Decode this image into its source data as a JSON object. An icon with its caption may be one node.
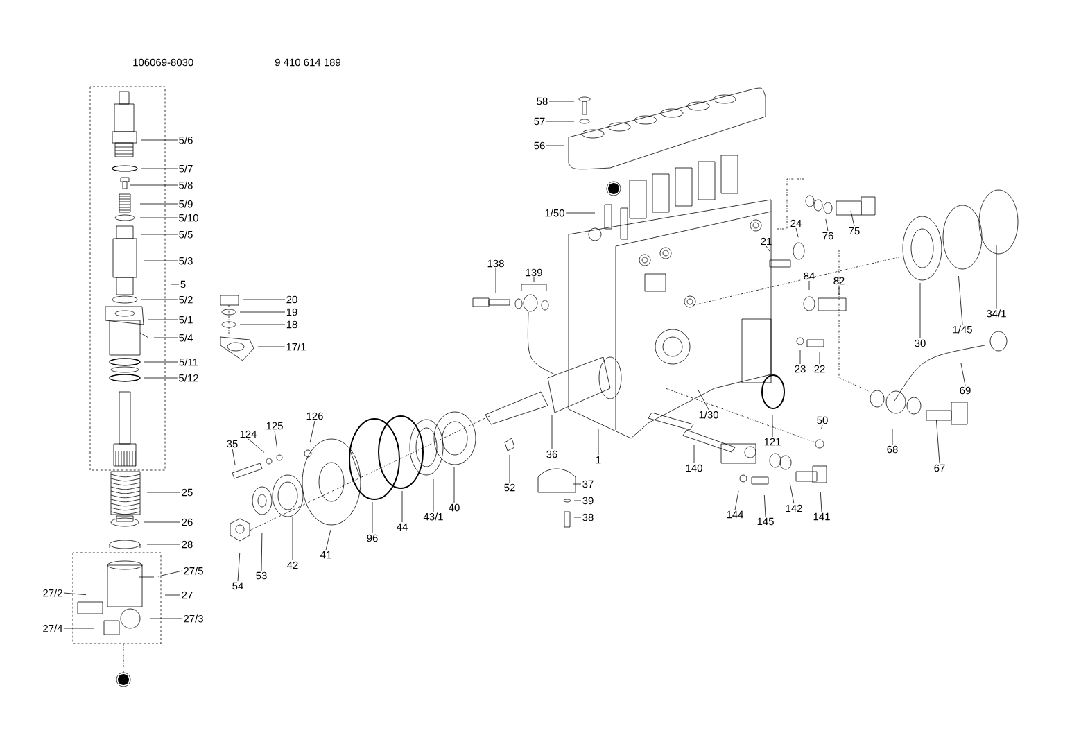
{
  "diagram": {
    "nodes": [
      {
        "text": [
          "5/6"
        ]
      },
      {
        "text": [
          "5/7"
        ]
      },
      {
        "text": [
          "5/8"
        ]
      },
      {
        "text": [
          "5/9"
        ]
      },
      {
        "text": [
          "5/10"
        ]
      },
      {
        "text": [
          "5/5"
        ]
      },
      {
        "text": [
          "5/3"
        ]
      },
      {
        "text": [
          "5"
        ]
      },
      {
        "text": [
          "5/2"
        ]
      },
      {
        "text": [
          "5/1"
        ]
      },
      {
        "text": [
          "5/4"
        ]
      },
      {
        "text": [
          "5/11"
        ]
      },
      {
        "text": [
          "5/12"
        ]
      },
      {
        "text": [
          "20"
        ]
      },
      {
        "text": [
          "19"
        ]
      },
      {
        "text": [
          "18"
        ]
      },
      {
        "text": [
          "17/1"
        ]
      },
      {
        "text": [
          "25"
        ]
      },
      {
        "text": [
          "26"
        ]
      },
      {
        "text": [
          "28"
        ]
      },
      {
        "text": [
          "27/5"
        ]
      },
      {
        "text": [
          "27"
        ]
      },
      {
        "text": [
          "27/2"
        ]
      },
      {
        "text": [
          "27/3"
        ]
      },
      {
        "text": [
          "27/4"
        ]
      },
      {
        "text": [
          "35"
        ]
      },
      {
        "text": [
          "124"
        ]
      },
      {
        "text": [
          "125"
        ]
      },
      {
        "text": [
          "126"
        ]
      },
      {
        "text": [
          "54"
        ]
      },
      {
        "text": [
          "53"
        ]
      },
      {
        "text": [
          "42"
        ]
      },
      {
        "text": [
          "41"
        ]
      },
      {
        "text": [
          "96"
        ]
      },
      {
        "text": [
          "44"
        ]
      },
      {
        "text": [
          "43/1"
        ]
      },
      {
        "text": [
          "40"
        ]
      },
      {
        "text": [
          "52"
        ]
      },
      {
        "text": [
          "36"
        ]
      },
      {
        "text": [
          "1"
        ]
      },
      {
        "text": [
          "37"
        ]
      },
      {
        "text": [
          "39"
        ]
      },
      {
        "text": [
          "38"
        ]
      },
      {
        "text": [
          "58"
        ]
      },
      {
        "text": [
          "57"
        ]
      },
      {
        "text": [
          "56"
        ]
      },
      {
        "text": [
          "1/50"
        ]
      },
      {
        "text": [
          "138"
        ]
      },
      {
        "text": [
          "139"
        ]
      },
      {
        "text": [
          "21"
        ]
      },
      {
        "text": [
          "24"
        ]
      },
      {
        "text": [
          "76"
        ]
      },
      {
        "text": [
          "75"
        ]
      },
      {
        "text": [
          "84"
        ]
      },
      {
        "text": [
          "82"
        ]
      },
      {
        "text": [
          "30"
        ]
      },
      {
        "text": [
          "1/45"
        ]
      },
      {
        "text": [
          "34/1"
        ]
      },
      {
        "text": [
          "23"
        ]
      },
      {
        "text": [
          "22"
        ]
      },
      {
        "text": [
          "69"
        ]
      },
      {
        "text": [
          "121"
        ]
      },
      {
        "text": [
          "50"
        ]
      },
      {
        "text": [
          "1/30"
        ]
      },
      {
        "text": [
          "140"
        ]
      },
      {
        "text": [
          "68"
        ]
      },
      {
        "text": [
          "67"
        ]
      },
      {
        "text": [
          "144"
        ]
      },
      {
        "text": [
          "145"
        ]
      },
      {
        "text": [
          "142"
        ]
      },
      {
        "text": [
          "141"
        ]
      }
    ],
    "edges": [
      {
        "from": 0,
        "to": null,
        "arrow": "none"
      },
      {
        "from": 1,
        "to": null,
        "arrow": "none"
      },
      {
        "from": 2,
        "to": null,
        "arrow": "none"
      },
      {
        "from": 3,
        "to": null,
        "arrow": "none"
      },
      {
        "from": 4,
        "to": null,
        "arrow": "none"
      },
      {
        "from": 5,
        "to": null,
        "arrow": "none"
      },
      {
        "from": 6,
        "to": null,
        "arrow": "none"
      },
      {
        "from": 7,
        "to": null,
        "arrow": "none"
      },
      {
        "from": 8,
        "to": null,
        "arrow": "none"
      },
      {
        "from": 9,
        "to": null,
        "arrow": "none"
      },
      {
        "from": 10,
        "to": null,
        "arrow": "none"
      },
      {
        "from": 11,
        "to": null,
        "arrow": "none"
      },
      {
        "from": 12,
        "to": null,
        "arrow": "none"
      },
      {
        "from": 13,
        "to": null,
        "arrow": "none"
      },
      {
        "from": 14,
        "to": null,
        "arrow": "none"
      },
      {
        "from": 15,
        "to": null,
        "arrow": "none"
      },
      {
        "from": 16,
        "to": null,
        "arrow": "none"
      },
      {
        "from": 17,
        "to": null,
        "arrow": "none"
      },
      {
        "from": 18,
        "to": null,
        "arrow": "none"
      },
      {
        "from": 19,
        "to": null,
        "arrow": "none"
      },
      {
        "from": 20,
        "to": null,
        "arrow": "none"
      },
      {
        "from": 21,
        "to": null,
        "arrow": "none"
      },
      {
        "from": 22,
        "to": null,
        "arrow": "none"
      },
      {
        "from": 23,
        "to": null,
        "arrow": "none"
      },
      {
        "from": 24,
        "to": null,
        "arrow": "none"
      },
      {
        "from": 25,
        "to": null,
        "arrow": "none"
      },
      {
        "from": 26,
        "to": null,
        "arrow": "none"
      },
      {
        "from": 27,
        "to": null,
        "arrow": "none"
      },
      {
        "from": 28,
        "to": null,
        "arrow": "none"
      },
      {
        "from": 29,
        "to": null,
        "arrow": "none"
      },
      {
        "from": 30,
        "to": null,
        "arrow": "none"
      },
      {
        "from": 31,
        "to": null,
        "arrow": "none"
      },
      {
        "from": 32,
        "to": null,
        "arrow": "none"
      },
      {
        "from": 33,
        "to": null,
        "arrow": "none"
      },
      {
        "from": 34,
        "to": null,
        "arrow": "none"
      },
      {
        "from": 35,
        "to": null,
        "arrow": "none"
      },
      {
        "from": 36,
        "to": null,
        "arrow": "none"
      },
      {
        "from": 37,
        "to": null,
        "arrow": "none"
      },
      {
        "from": 38,
        "to": null,
        "arrow": "none"
      },
      {
        "from": 39,
        "to": null,
        "arrow": "none"
      },
      {
        "from": 40,
        "to": null,
        "arrow": "none"
      },
      {
        "from": 41,
        "to": null,
        "arrow": "none"
      },
      {
        "from": 42,
        "to": null,
        "arrow": "none"
      },
      {
        "from": 43,
        "to": null,
        "arrow": "none"
      },
      {
        "from": 44,
        "to": null,
        "arrow": "none"
      },
      {
        "from": 45,
        "to": null,
        "arrow": "none"
      },
      {
        "from": 46,
        "to": null,
        "arrow": "none"
      },
      {
        "from": 47,
        "to": null,
        "arrow": "none"
      },
      {
        "from": 48,
        "to": null,
        "arrow": "none"
      },
      {
        "from": 49,
        "to": null,
        "arrow": "none"
      },
      {
        "from": 50,
        "to": null,
        "arrow": "none"
      },
      {
        "from": 51,
        "to": null,
        "arrow": "none"
      },
      {
        "from": 52,
        "to": null,
        "arrow": "none"
      },
      {
        "from": 53,
        "to": null,
        "arrow": "none"
      },
      {
        "from": 54,
        "to": null,
        "arrow": "none"
      },
      {
        "from": 55,
        "to": null,
        "arrow": "none"
      },
      {
        "from": 56,
        "to": null,
        "arrow": "none"
      },
      {
        "from": 57,
        "to": null,
        "arrow": "none"
      },
      {
        "from": 58,
        "to": null,
        "arrow": "none"
      },
      {
        "from": 59,
        "to": null,
        "arrow": "none"
      },
      {
        "from": 60,
        "to": null,
        "arrow": "none"
      },
      {
        "from": 61,
        "to": null,
        "arrow": "none"
      },
      {
        "from": 62,
        "to": null,
        "arrow": "none"
      },
      {
        "from": 63,
        "to": null,
        "arrow": "none"
      },
      {
        "from": 64,
        "to": null,
        "arrow": "none"
      },
      {
        "from": 65,
        "to": null,
        "arrow": "none"
      },
      {
        "from": 66,
        "to": null,
        "arrow": "none"
      },
      {
        "from": 67,
        "to": null,
        "arrow": "none"
      },
      {
        "from": 68,
        "to": null,
        "arrow": "none"
      },
      {
        "from": 69,
        "to": null,
        "arrow": "none"
      },
      {
        "from": 70,
        "to": null,
        "arrow": "none"
      }
    ],
    "labels": [
      "106069-8030",
      "9 410 614 189"
    ]
  }
}
